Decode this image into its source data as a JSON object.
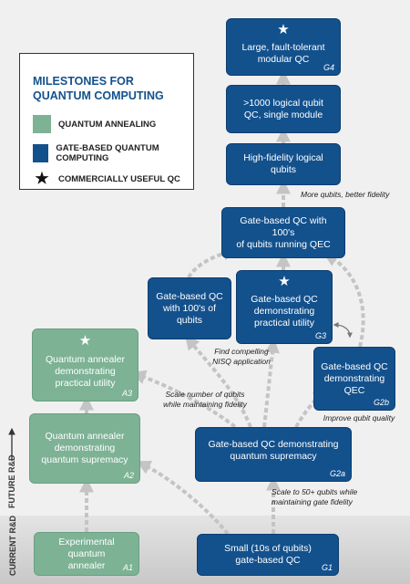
{
  "legend": {
    "title_line1": "MILESTONES FOR",
    "title_line2": "QUANTUM COMPUTING",
    "items": [
      {
        "label": "QUANTUM ANNEALING",
        "color": "#7db295"
      },
      {
        "label": "GATE-BASED QUANTUM COMPUTING",
        "color": "#13518d"
      },
      {
        "label": "COMMERCIALLY USEFUL QC",
        "icon": "star-icon"
      }
    ]
  },
  "axis": {
    "future": "FUTURE R&D",
    "current": "CURRENT R&D"
  },
  "milestones": {
    "g4": {
      "line1": "Large, fault-tolerant",
      "line2": "modular QC",
      "tag": "G4"
    },
    "logical1000": {
      "line1": ">1000 logical qubit",
      "line2": "QC, single module"
    },
    "hifi": {
      "line1": "High-fidelity logical qubits"
    },
    "qec100": {
      "line1": "Gate-based QC with 100's",
      "line2": "of qubits running QEC"
    },
    "qc100": {
      "line1": "Gate-based QC",
      "line2": "with 100's of",
      "line3": "qubits"
    },
    "g3": {
      "line1": "Gate-based QC",
      "line2": "demonstrating",
      "line3": "practical utility",
      "tag": "G3"
    },
    "g2b": {
      "line1": "Gate-based QC",
      "line2": "demonstrating",
      "line3": "QEC",
      "tag": "G2b"
    },
    "g2a": {
      "line1": "Gate-based QC demonstrating",
      "line2": "quantum supremacy",
      "tag": "G2a"
    },
    "g1": {
      "line1": "Small (10s of qubits)",
      "line2": "gate-based QC",
      "tag": "G1"
    },
    "a3": {
      "line1": "Quantum annealer",
      "line2": "demonstrating",
      "line3": "practical utility",
      "tag": "A3"
    },
    "a2": {
      "line1": "Quantum annealer",
      "line2": "demonstrating",
      "line3": "quantum supremacy",
      "tag": "A2"
    },
    "a1": {
      "line1": "Experimental quantum",
      "line2": "annealer",
      "tag": "A1"
    }
  },
  "notes": {
    "more_qubits": "More qubits, better fidelity",
    "nisq_line1": "Find compelling",
    "nisq_line2": "NISQ application",
    "scale_line1": "Scale number  of qubits",
    "scale_line2": "while maintaining fidelity",
    "improve": "Improve qubit quality",
    "scale50_line1": "Scale to 50+ qubits while",
    "scale50_line2": "maintaining gate fidelity"
  },
  "colors": {
    "gate_based": "#13518d",
    "annealing": "#7db295",
    "arrow": "#c4c4c4"
  }
}
